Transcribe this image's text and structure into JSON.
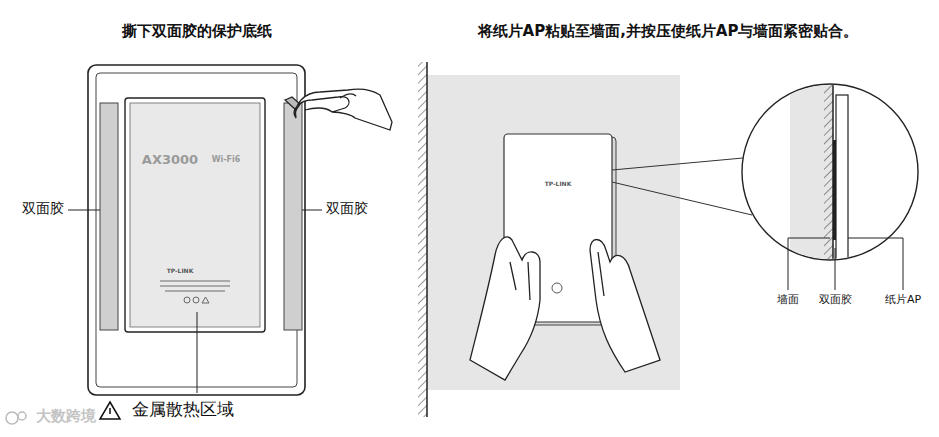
{
  "diagram": {
    "labels": [
      "撕下双面胶的保护底纸",
      "将纸片AP粘贴至墙面,并按压使纸片AP与墙面紧密贴合。",
      "双面胶",
      "双面胶",
      "AX3000",
      "Wi-Fi6",
      "TP-LINK",
      "金属散热区域",
      "TP-LINK",
      "墙面",
      "双面胶",
      "纸片AP",
      "大数跨境"
    ]
  }
}
